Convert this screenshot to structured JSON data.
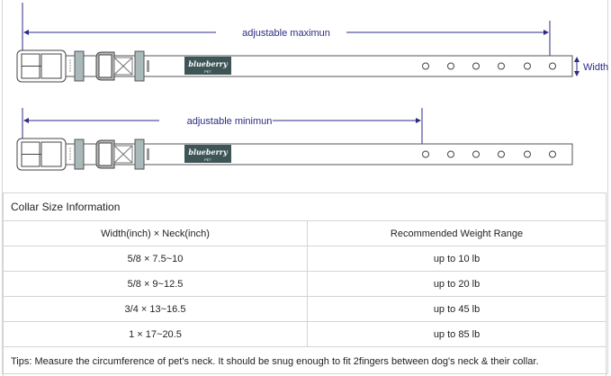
{
  "diagram": {
    "max_label": "adjustable maximun",
    "min_label": "adjustable minimun",
    "width_label": "Width",
    "brand_logo": "blueberry PET",
    "line_color": "#2b2b86"
  },
  "table": {
    "title": "Collar Size Information",
    "headers": [
      "Width(inch)  ×  Neck(inch)",
      "Recommended Weight Range"
    ],
    "rows": [
      [
        "5/8 × 7.5~10",
        "up to 10 lb"
      ],
      [
        "5/8 × 9~12.5",
        "up to 20 lb"
      ],
      [
        "3/4 × 13~16.5",
        "up to 45 lb"
      ],
      [
        "1 × 17~20.5",
        "up to 85 lb"
      ]
    ],
    "tips": "Tips: Measure the circumference of pet's neck. It should be snug enough to fit 2fingers between dog's neck & their collar."
  }
}
